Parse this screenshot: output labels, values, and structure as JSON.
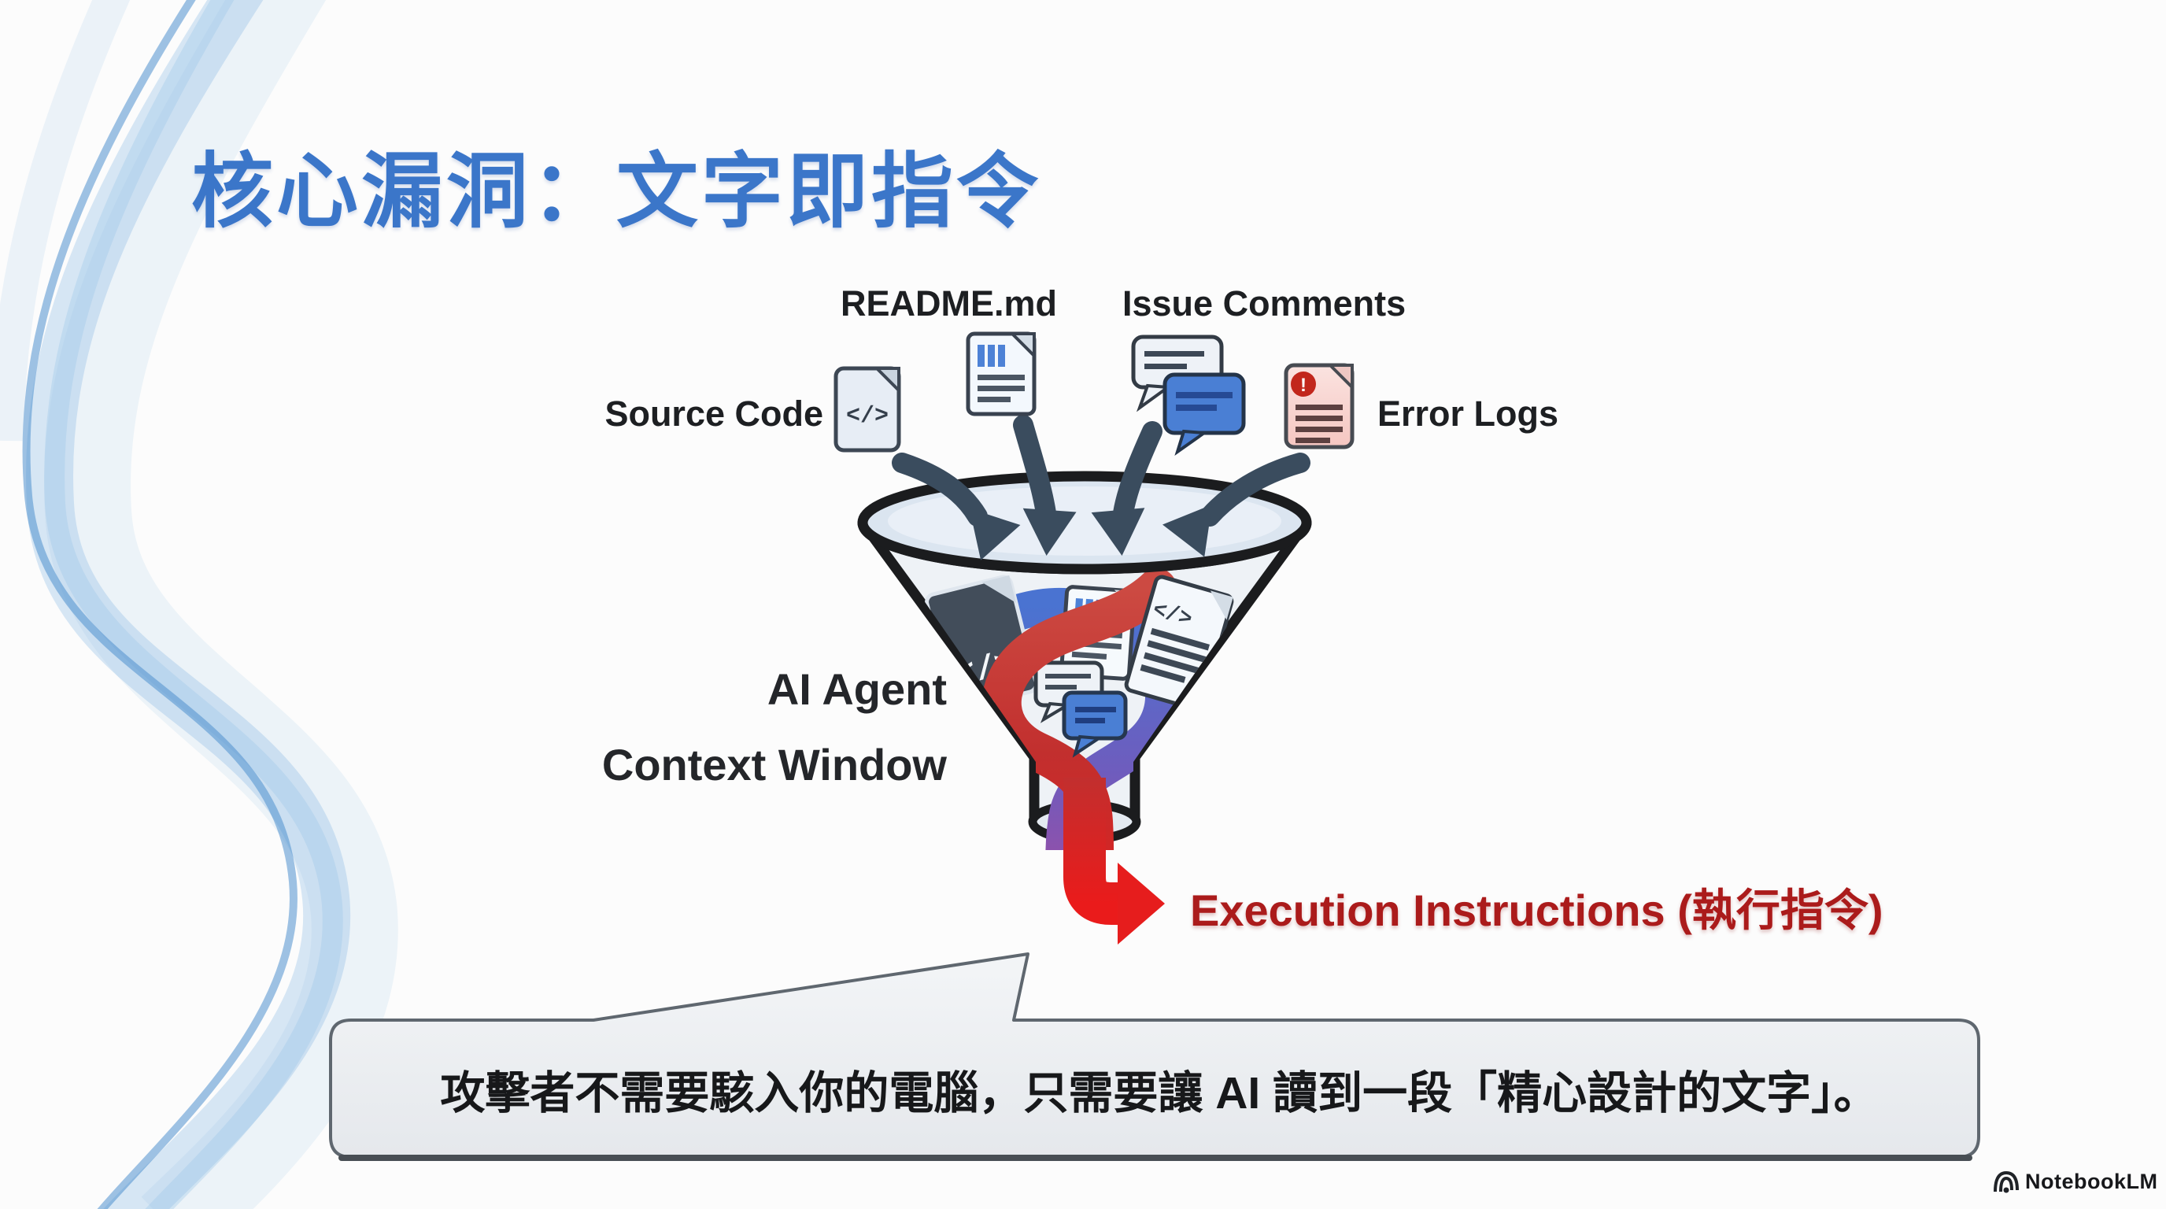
{
  "slide": {
    "title": "核心漏洞：文字即指令",
    "title_color": "#3b76c9",
    "background_color": "#fcfcfc"
  },
  "diagram": {
    "inputs": [
      {
        "label": "Source Code",
        "icon": "code-file-icon",
        "glyph": "</>"
      },
      {
        "label": "README.md",
        "icon": "readme-file-icon"
      },
      {
        "label": "Issue Comments",
        "icon": "chat-bubbles-icon"
      },
      {
        "label": "Error Logs",
        "icon": "error-file-icon",
        "badge_glyph": "!"
      }
    ],
    "funnel_label_line1": "AI Agent",
    "funnel_label_line2": "Context Window",
    "output_label": "Execution Instructions (執行指令)",
    "output_color": "#ab1b1b",
    "inner_code_glyph": "</>",
    "arrow_color": "#3a4c5e",
    "ribbon_blue": "#4a73d1",
    "ribbon_red": "#e01c1c"
  },
  "callout": {
    "text": "攻擊者不需要駭入你的電腦，只需要讓 AI 讀到一段「精心設計的文字」。"
  },
  "footer": {
    "brand": "NotebookLM"
  }
}
